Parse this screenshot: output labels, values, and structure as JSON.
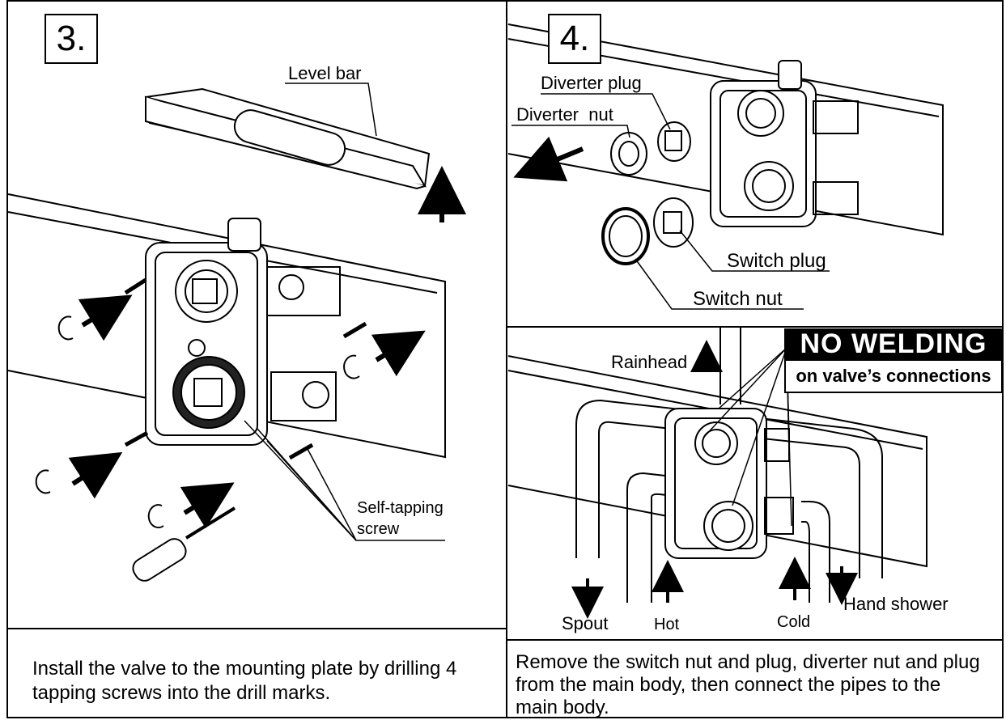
{
  "step3": {
    "number": "3.",
    "labels": {
      "level_bar": "Level bar",
      "self_tapping": "Self-tapping",
      "screw": "screw"
    },
    "caption_lines": [
      "Install the valve to the mounting plate by drilling 4",
      "tapping screws into the drill marks."
    ]
  },
  "step4": {
    "number": "4.",
    "labels": {
      "diverter_plug": "Diverter plug",
      "diverter_nut": "Diverter  nut",
      "switch_plug": "Switch plug",
      "switch_nut": "Switch nut"
    }
  },
  "step5": {
    "badge_title": "NO WELDING",
    "badge_subtitle": "on valve’s connections",
    "labels": {
      "rainhead": "Rainhead",
      "spout": "Spout",
      "hot": "Hot",
      "cold": "Cold",
      "hand_shower": "Hand shower"
    },
    "caption_lines": [
      "Remove the switch nut and plug, diverter nut and plug",
      "from the main body, then connect the pipes to the",
      "main body."
    ]
  }
}
